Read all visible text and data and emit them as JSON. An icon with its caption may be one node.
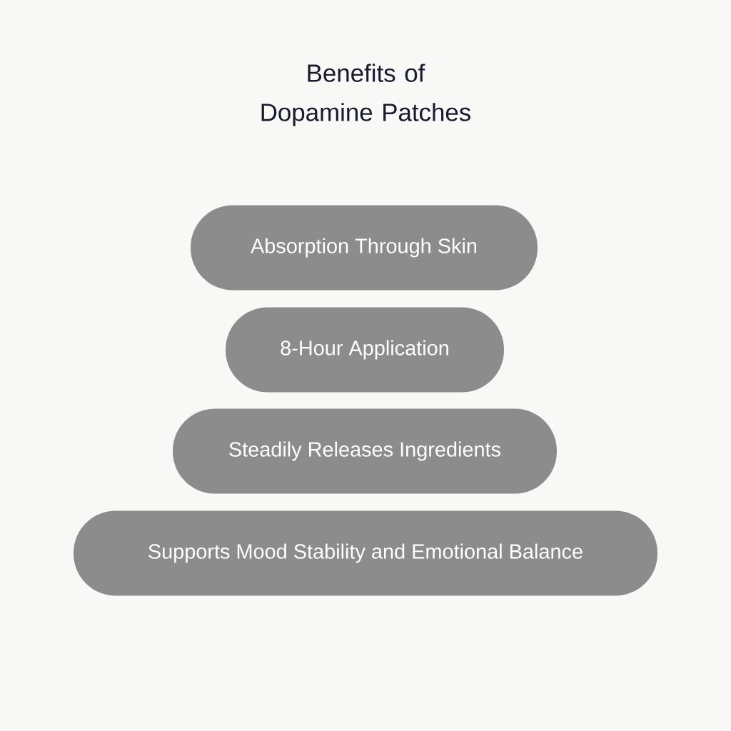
{
  "diagram": {
    "title": "Benefits of Dopamine Patches",
    "nodes": [
      {
        "text": [
          "Absorption Through Skin"
        ]
      },
      {
        "text": [
          "8-Hour Application"
        ]
      },
      {
        "text": [
          "Steadily Releases Ingredients"
        ]
      },
      {
        "text": [
          "Supports Mood Stability and Emotional Balance"
        ]
      }
    ]
  }
}
